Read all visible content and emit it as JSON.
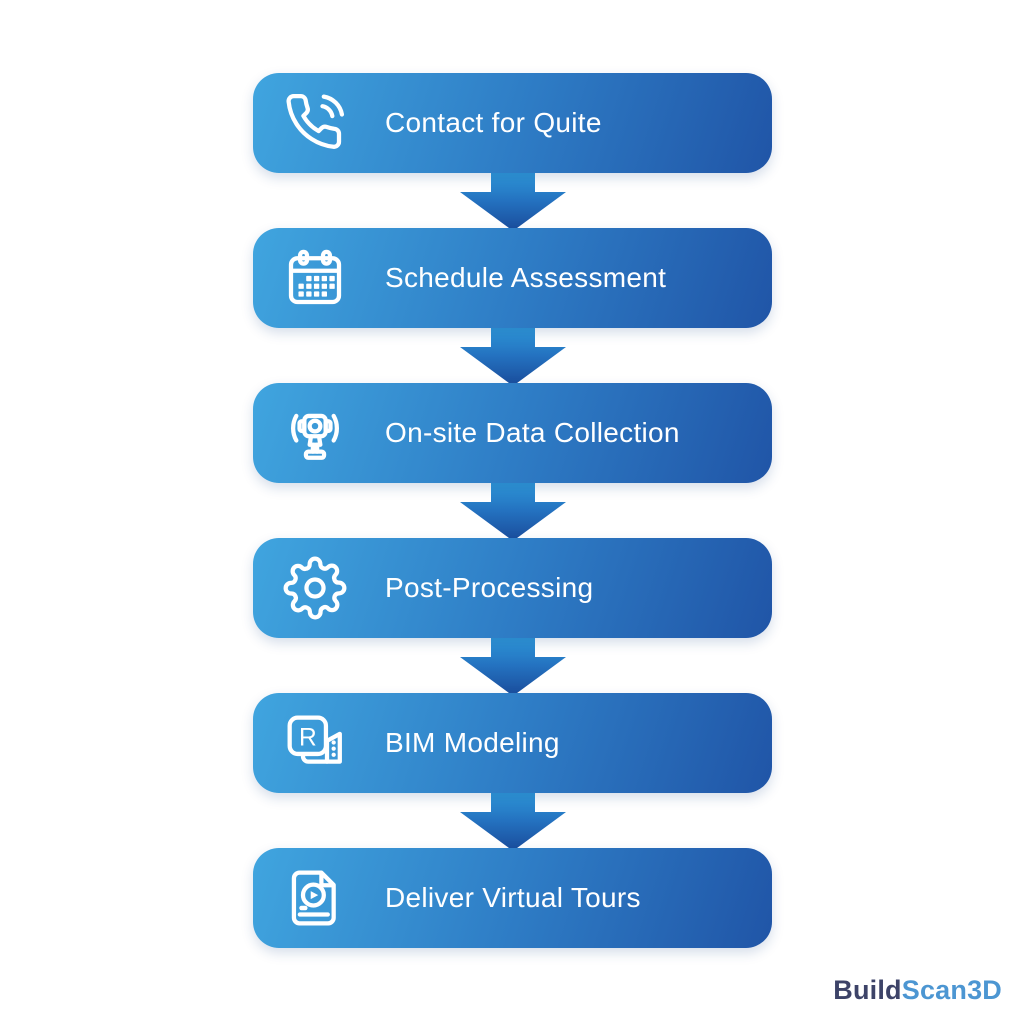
{
  "steps": [
    {
      "label": "Contact for Quite",
      "icon": "phone-call-icon"
    },
    {
      "label": "Schedule Assessment",
      "icon": "calendar-icon"
    },
    {
      "label": "On-site Data Collection",
      "icon": "scanner-camera-icon"
    },
    {
      "label": "Post-Processing",
      "icon": "gear-icon"
    },
    {
      "label": "BIM Modeling",
      "icon": "revit-building-icon"
    },
    {
      "label": "Deliver Virtual Tours",
      "icon": "video-document-icon"
    }
  ],
  "bim_icon_letter": "R",
  "brand": {
    "part1": "Build",
    "part2": "Scan3D",
    "part1_color": "#3D4368",
    "part2_color": "#4C96D2"
  },
  "colors": {
    "background": "#FFFFFF",
    "box_gradient_start": "#40A5DF",
    "box_gradient_mid": "#2E7CC5",
    "box_gradient_end": "#2055A7",
    "arrow_top": "#2F9BDB",
    "arrow_tip": "#1A4C9B",
    "step_text": "#FFFFFF"
  }
}
